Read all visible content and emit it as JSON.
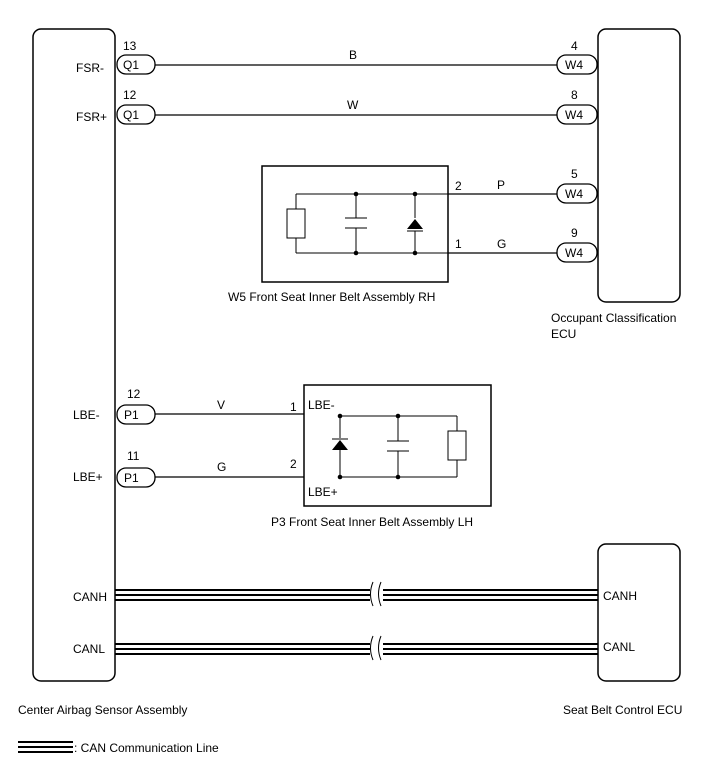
{
  "components": {
    "center_airbag": "Center Airbag Sensor Assembly",
    "occupant_ecu_line1": "Occupant Classification",
    "occupant_ecu_line2": "ECU",
    "seat_belt_ecu": "Seat Belt Control ECU",
    "belt_rh": "W5  Front Seat Inner Belt Assembly RH",
    "belt_lh": "P3  Front Seat Inner Belt Assembly LH"
  },
  "terminals": {
    "fsr_minus": "FSR-",
    "fsr_plus": "FSR+",
    "lbe_minus": "LBE-",
    "lbe_plus": "LBE+",
    "canh": "CANH",
    "canl": "CANL",
    "lh_lbe_minus": "LBE-",
    "lh_lbe_plus": "LBE+",
    "ecu_canh": "CANH",
    "ecu_canl": "CANL"
  },
  "connectors": {
    "q1_a": {
      "id": "Q1",
      "pin": "13"
    },
    "q1_b": {
      "id": "Q1",
      "pin": "12"
    },
    "p1_a": {
      "id": "P1",
      "pin": "12"
    },
    "p1_b": {
      "id": "P1",
      "pin": "11"
    },
    "w4_a": {
      "id": "W4",
      "pin": "4"
    },
    "w4_b": {
      "id": "W4",
      "pin": "8"
    },
    "w4_c": {
      "id": "W4",
      "pin": "5"
    },
    "w4_d": {
      "id": "W4",
      "pin": "9"
    }
  },
  "wire_colors": {
    "fsr_minus": "B",
    "fsr_plus": "W",
    "rh_pin2": "P",
    "rh_pin1": "G",
    "lbe_minus": "V",
    "lbe_plus": "G"
  },
  "pins": {
    "rh_pin2": "2",
    "rh_pin1": "1",
    "lh_pin1": "1",
    "lh_pin2": "2"
  },
  "legend": {
    "can_line": ": CAN Communication Line"
  }
}
